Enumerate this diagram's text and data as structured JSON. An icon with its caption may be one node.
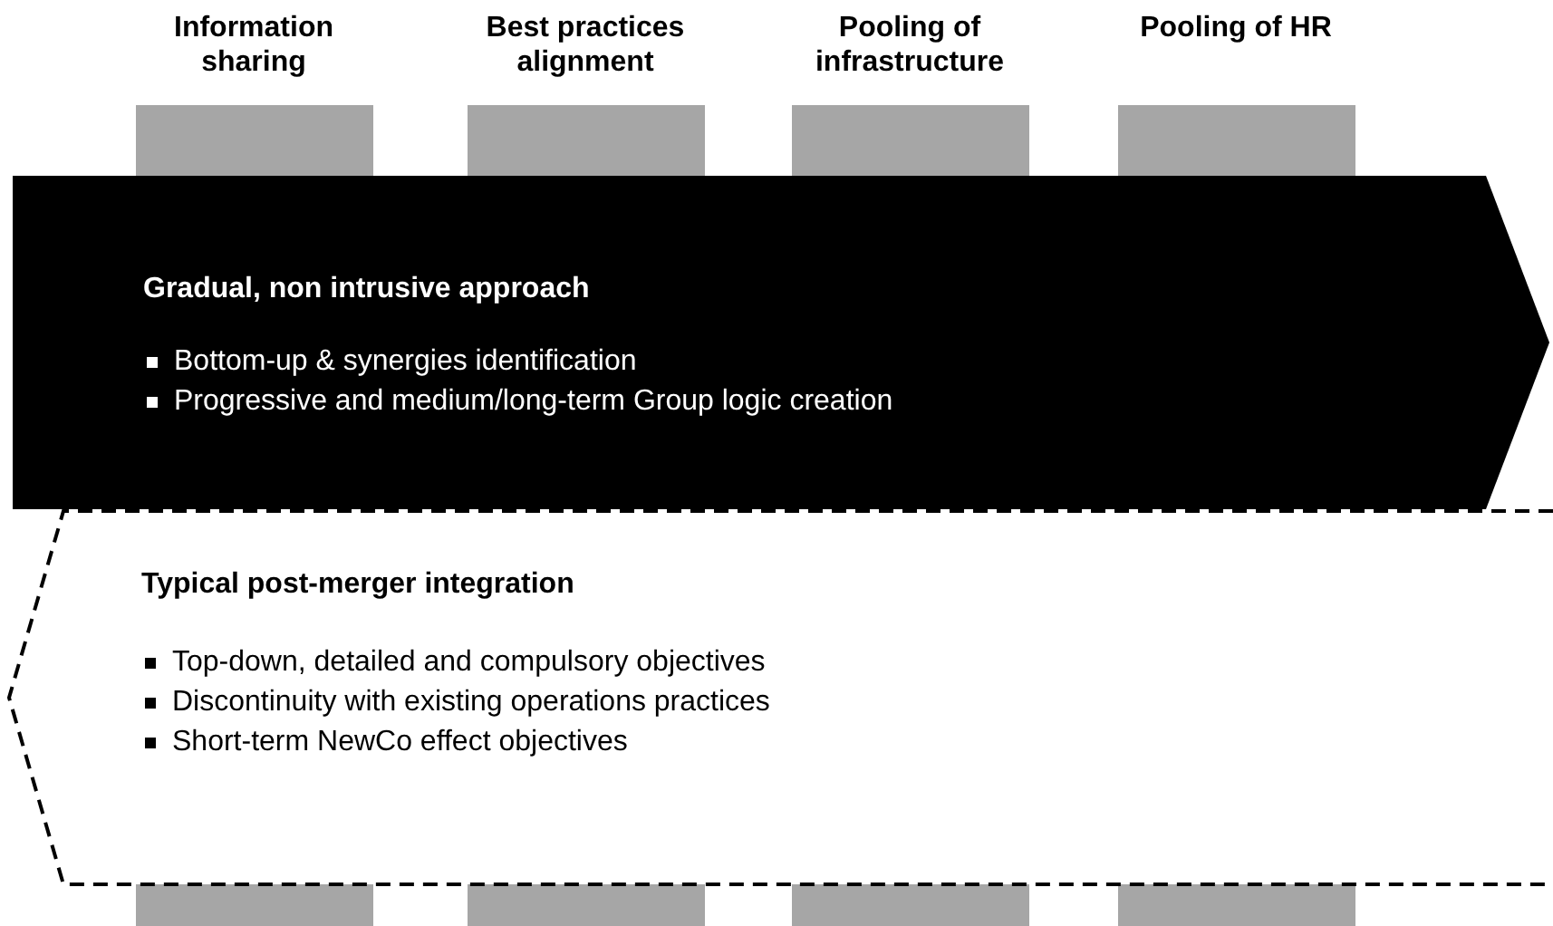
{
  "diagram": {
    "nodes": [
      {
        "text": [
          "Information sharing"
        ]
      },
      {
        "text": [
          "Best practices alignment"
        ]
      },
      {
        "text": [
          "Pooling of infrastructure"
        ]
      },
      {
        "text": [
          "Pooling of HR"
        ]
      },
      {
        "text": [
          "Gradual, non intrusive approach",
          "Bottom-up & synergies identification",
          "Progressive and medium/long-term Group logic creation"
        ]
      },
      {
        "text": [
          "Typical post-merger integration",
          "Top-down, detailed and compulsory objectives",
          "Discontinuity with existing operations practices",
          "Short-term NewCo effect objectives"
        ]
      },
      {
        "text": [],
        "shape": "bar"
      },
      {
        "text": [],
        "shape": "bar"
      },
      {
        "text": [],
        "shape": "bar"
      },
      {
        "text": [],
        "shape": "bar"
      }
    ],
    "edges": []
  }
}
